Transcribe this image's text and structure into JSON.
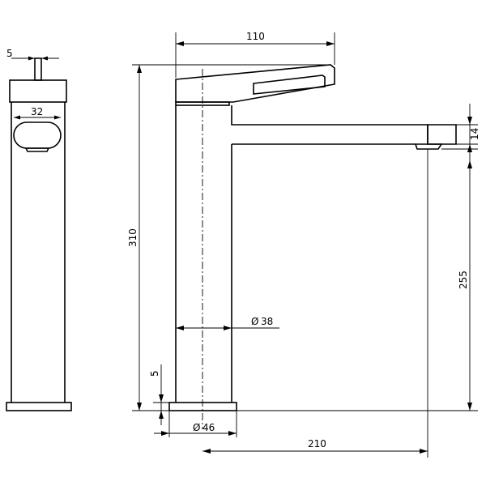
{
  "dimensions": {
    "lever_width": "5",
    "lever_handle_depth": "32",
    "spout_reach_top": "110",
    "spout_height": "14",
    "total_height": "310",
    "spout_clearance": "255",
    "body_diameter": "38",
    "base_thickness": "5",
    "base_diameter": "46",
    "spout_projection": "210"
  },
  "symbols": {
    "diameter": "Ø"
  }
}
